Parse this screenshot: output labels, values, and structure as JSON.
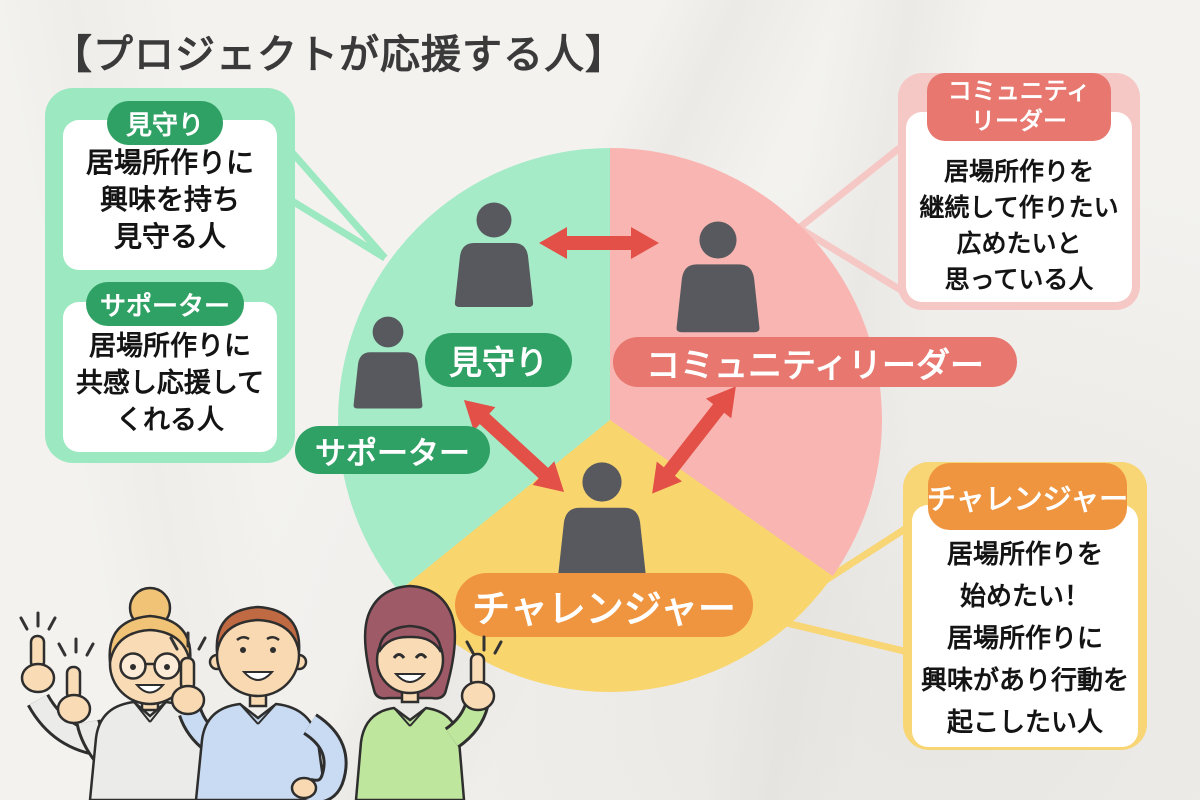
{
  "title": "【プロジェクトが応援する人】",
  "green_panel": {
    "cards": [
      {
        "badge": "見守り",
        "lines": [
          "居場所作りに",
          "興味を持ち",
          "見守る人"
        ]
      },
      {
        "badge": "サポーター",
        "lines": [
          "居場所作りに",
          "共感し応援して",
          "くれる人"
        ]
      }
    ]
  },
  "pink_panel": {
    "badge_line1": "コミュニティ",
    "badge_line2": "リーダー",
    "lines": [
      "居場所作りを",
      "継続して作りたい",
      "広めたいと",
      "思っている人"
    ]
  },
  "orange_panel": {
    "badge": "チャレンジャー",
    "lines": [
      "居場所作りを",
      "始めたい！",
      "居場所作りに",
      "興味があり行動を",
      "起こしたい人"
    ]
  },
  "diagram": {
    "labels": {
      "mimamori": "見守り",
      "supporter": "サポーター",
      "community_leader": "コミュニティリーダー",
      "challenger": "チャレンジャー"
    },
    "sections": [
      {
        "name": "見守り・サポーター",
        "color": "#a6ebc7"
      },
      {
        "name": "コミュニティリーダー",
        "color": "#f9b5b1"
      },
      {
        "name": "チャレンジャー",
        "color": "#f9d56e"
      }
    ]
  },
  "colors": {
    "section_green": "#a6ebc7",
    "section_pink": "#f9b5b1",
    "section_yellow": "#f9d56e",
    "panel_mint": "#9ce8c0",
    "panel_pink": "#f6c8c5",
    "panel_yellow": "#f8d575",
    "badge_green": "#2fa164",
    "badge_salmon": "#e7776f",
    "badge_orange": "#f0953f",
    "arrow_red": "#e25048",
    "person_gray": "#57595e"
  }
}
